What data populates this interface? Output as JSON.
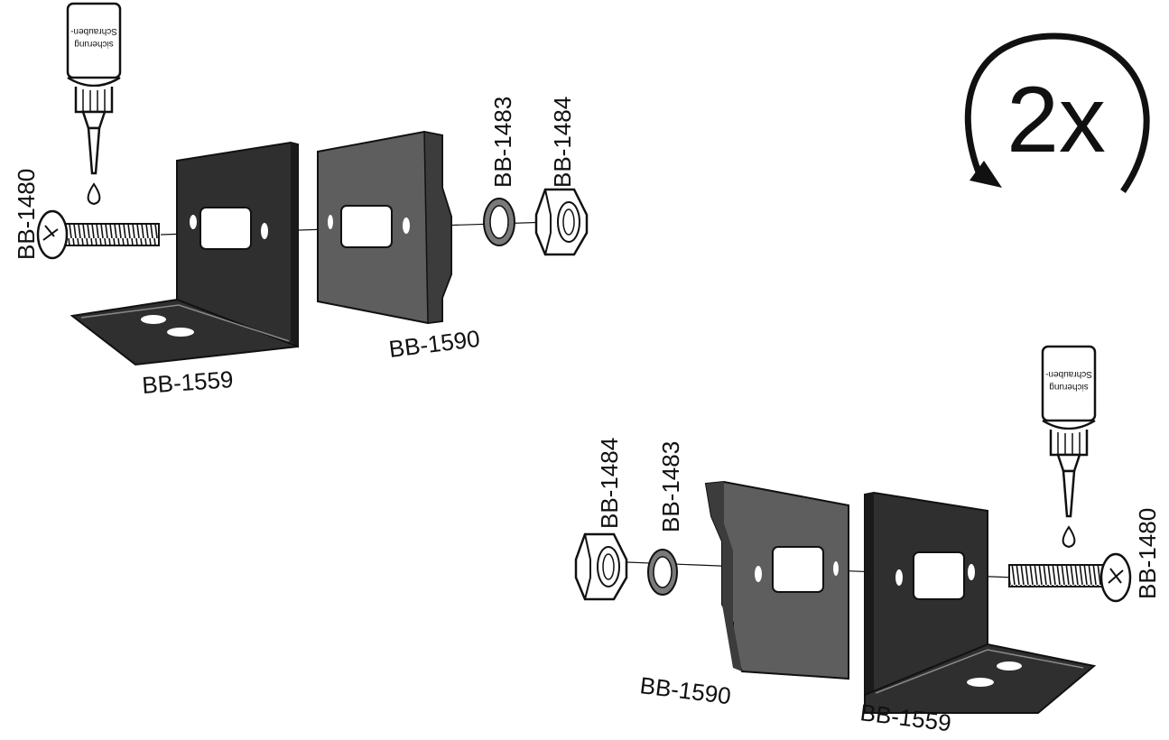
{
  "diagram": {
    "quantity": "2x",
    "assembly_top": {
      "screw": "BB-1480",
      "bracket": "BB-1559",
      "spacer_plate": "BB-1590",
      "washer": "BB-1483",
      "nut": "BB-1484"
    },
    "assembly_bottom": {
      "nut": "BB-1484",
      "washer": "BB-1483",
      "spacer_plate": "BB-1590",
      "bracket": "BB-1559",
      "screw": "BB-1480"
    },
    "threadlocker_label": [
      "Schrauben-",
      "sicherung"
    ]
  },
  "colors": {
    "bracket": "#2f2f2f",
    "plate": "#5e5e5e",
    "outline": "#111111"
  }
}
